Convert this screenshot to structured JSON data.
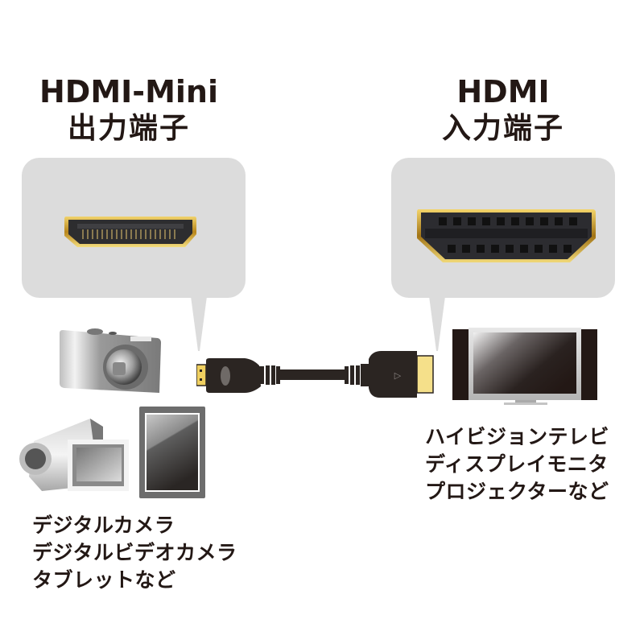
{
  "left_port": {
    "title": "HDMI-Mini",
    "subtitle": "出力端子",
    "icon": "hdmi-mini-port-icon",
    "devices": [
      "digital-camera-icon",
      "video-camera-icon",
      "tablet-icon"
    ],
    "caption_lines": [
      "デジタルカメラ",
      "デジタルビデオカメラ",
      "タブレットなど"
    ]
  },
  "right_port": {
    "title": "HDMI",
    "subtitle": "入力端子",
    "icon": "hdmi-port-icon",
    "devices": [
      "television-icon"
    ],
    "caption_lines": [
      "ハイビジョンテレビ",
      "ディスプレイモニタ",
      "プロジェクターなど"
    ]
  },
  "cable": {
    "icon": "hdmi-mini-to-hdmi-cable-icon",
    "plug_marker": "▷"
  },
  "colors": {
    "bubble": "#dcdcdc",
    "text": "#231815",
    "gold": "#d4a82a",
    "plug_gold": "#f5e08a",
    "cable": "#2b2522"
  }
}
